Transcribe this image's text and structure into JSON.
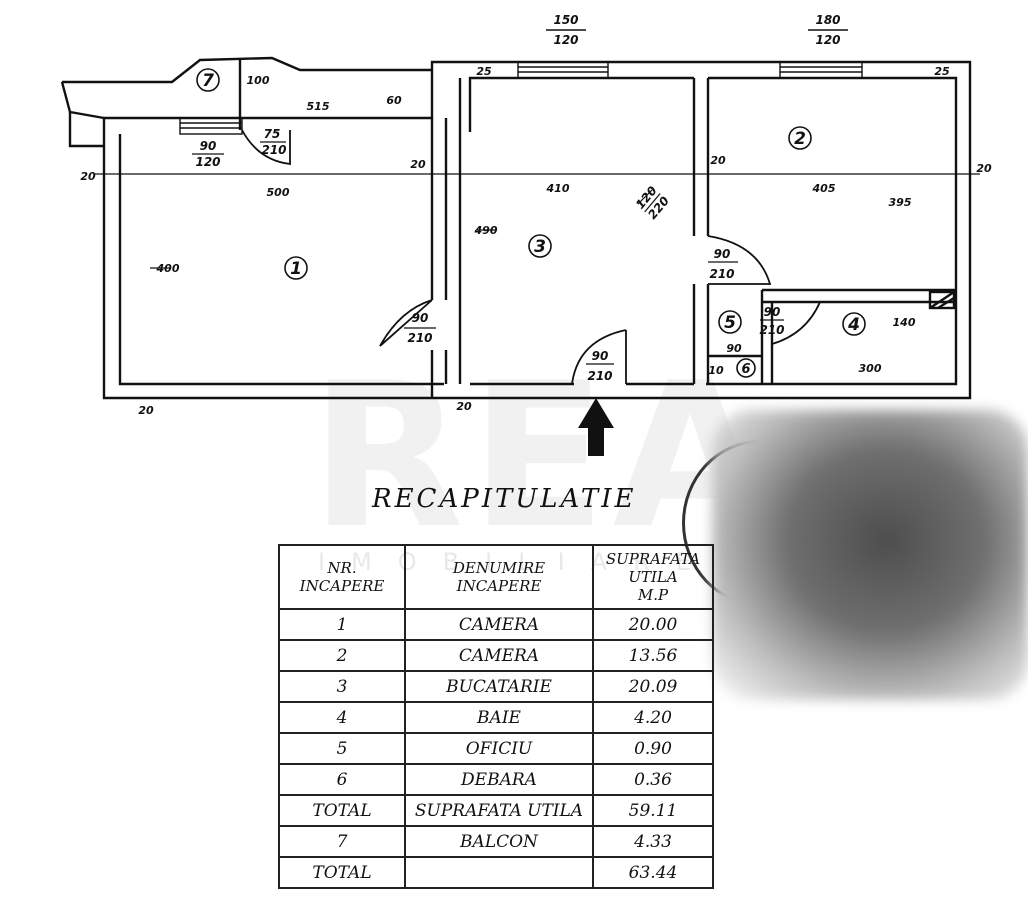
{
  "plan": {
    "room_labels": [
      "1",
      "2",
      "3",
      "4",
      "5",
      "6",
      "7"
    ],
    "window_1": "150\n120",
    "window_2": "180\n120",
    "window_3": "90\n120",
    "balcony_door": "75\n210",
    "door_1": "90\n210",
    "door_2": "90\n210",
    "door_3": "90\n210",
    "door_4": "90\n210",
    "wall_opening": "120\n220",
    "dims": {
      "d20_left": "20",
      "d20_bottom_left": "20",
      "d20_bottom_mid": "20",
      "d20_mid1": "20",
      "d20_mid2": "20",
      "d20_right": "20",
      "d25_a": "25",
      "d25_b": "25",
      "d500": "500",
      "d410": "410",
      "d405": "405",
      "d395": "395",
      "d400": "400",
      "d490": "490",
      "d100": "100",
      "d515": "515",
      "d60": "60",
      "d140": "140",
      "d300": "300",
      "d90": "90",
      "d10": "10"
    }
  },
  "recap": {
    "title": "RECAPITULATIE",
    "headers": [
      "NR.\nINCAPERE",
      "DENUMIRE\nINCAPERE",
      "SUPRAFATA\nUTILA\nM.P"
    ],
    "rows": [
      [
        "1",
        "CAMERA",
        "20.00"
      ],
      [
        "2",
        "CAMERA",
        "13.56"
      ],
      [
        "3",
        "BUCATARIE",
        "20.09"
      ],
      [
        "4",
        "BAIE",
        "4.20"
      ],
      [
        "5",
        "OFICIU",
        "0.90"
      ],
      [
        "6",
        "DEBARA",
        "0.36"
      ],
      [
        "TOTAL",
        "SUPRAFATA UTILA",
        "59.11"
      ],
      [
        "7",
        "BALCON",
        "4.33"
      ],
      [
        "TOTAL",
        "",
        "63.44"
      ]
    ]
  },
  "watermark": {
    "main": "REA",
    "sub": "IMOBILIARE"
  },
  "colors": {
    "ink": "#111111",
    "paper": "#ffffff"
  }
}
